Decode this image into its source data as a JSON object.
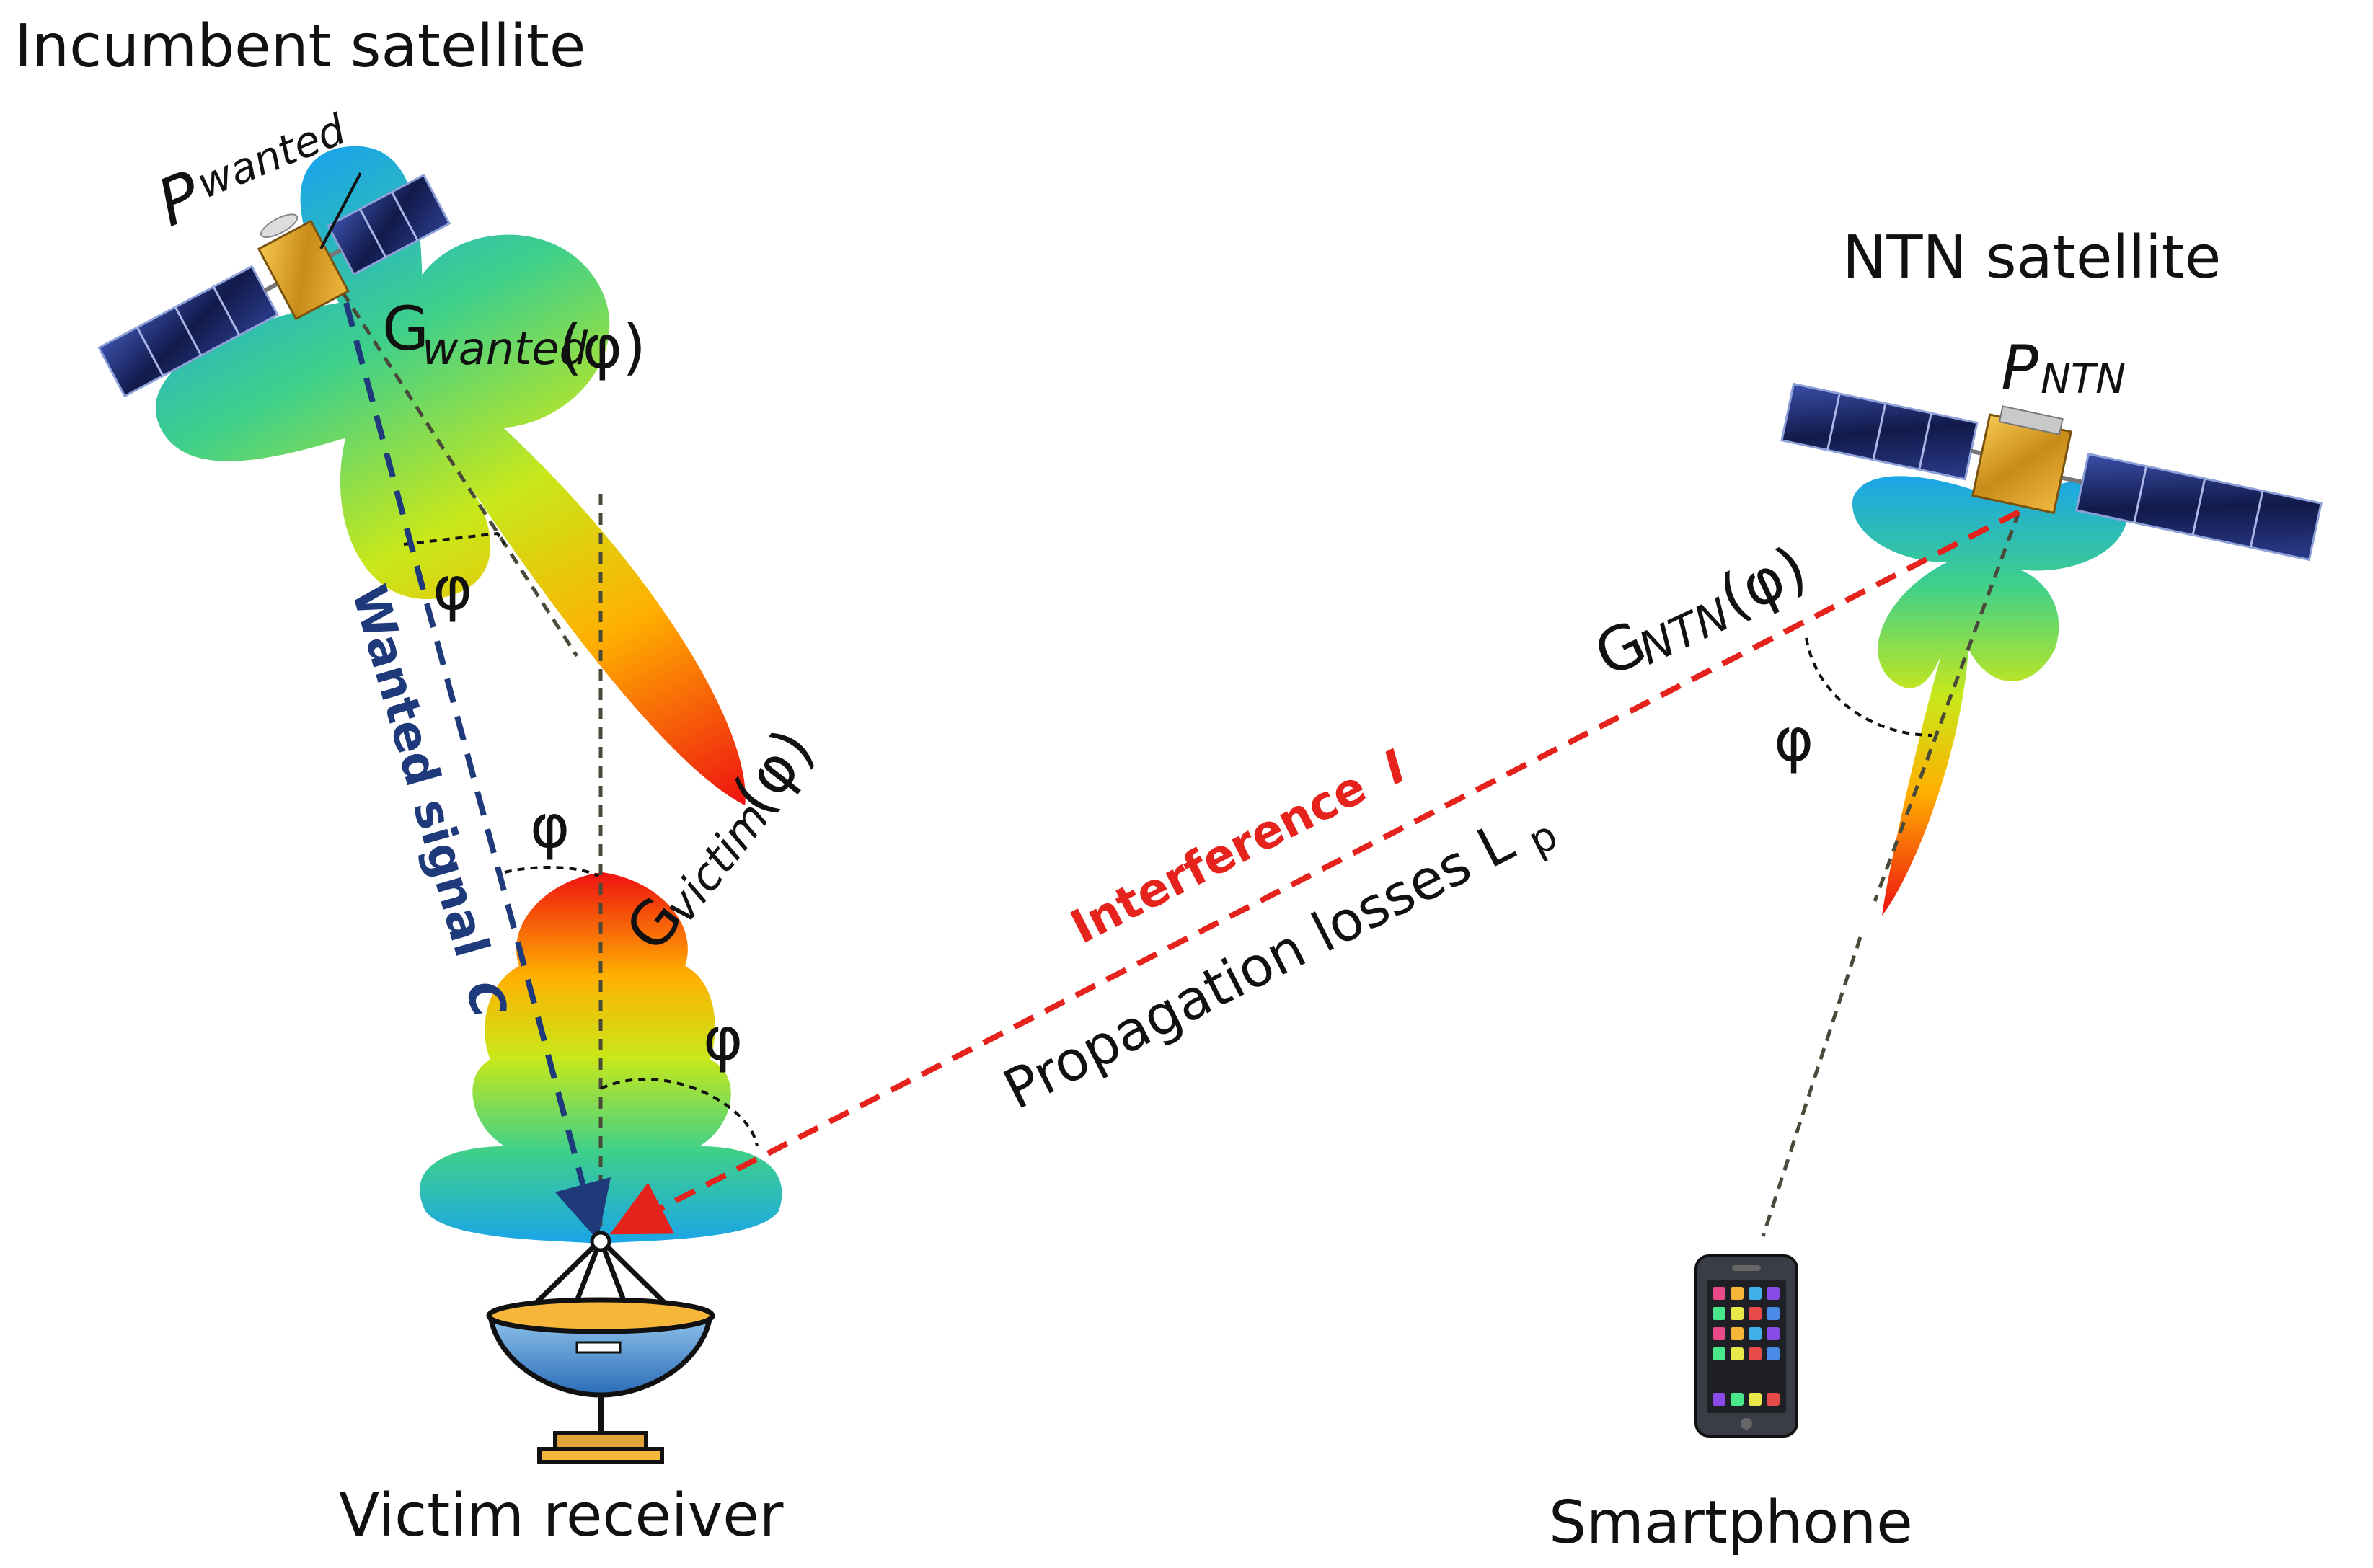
{
  "labels": {
    "incumbent_satellite": "Incumbent satellite",
    "p_wanted_main": "P",
    "p_wanted_sub": "wanted",
    "g_wanted_main": "G",
    "g_wanted_sub": "wanted",
    "g_wanted_arg": "(φ)",
    "ntn_satellite": "NTN satellite",
    "p_ntn_main": "P",
    "p_ntn_sub": "NTN",
    "g_ntn_main": "G",
    "g_ntn_sub": "NTN",
    "g_ntn_arg": "(φ)",
    "g_victim_main": "G",
    "g_victim_sub": "victim",
    "g_victim_arg": "(φ)",
    "wanted_signal": "Wanted signal",
    "wanted_signal_symbol": "C",
    "interference": "Interference",
    "interference_symbol": "I",
    "propagation_losses": "Propagation losses L",
    "propagation_losses_sub": "p",
    "phi": "φ",
    "victim_receiver": "Victim receiver",
    "smartphone": "Smartphone"
  },
  "colors": {
    "wanted_signal": "#1f3a7a",
    "interference": "#e5221b",
    "guide_line": "#4a4a3a"
  }
}
